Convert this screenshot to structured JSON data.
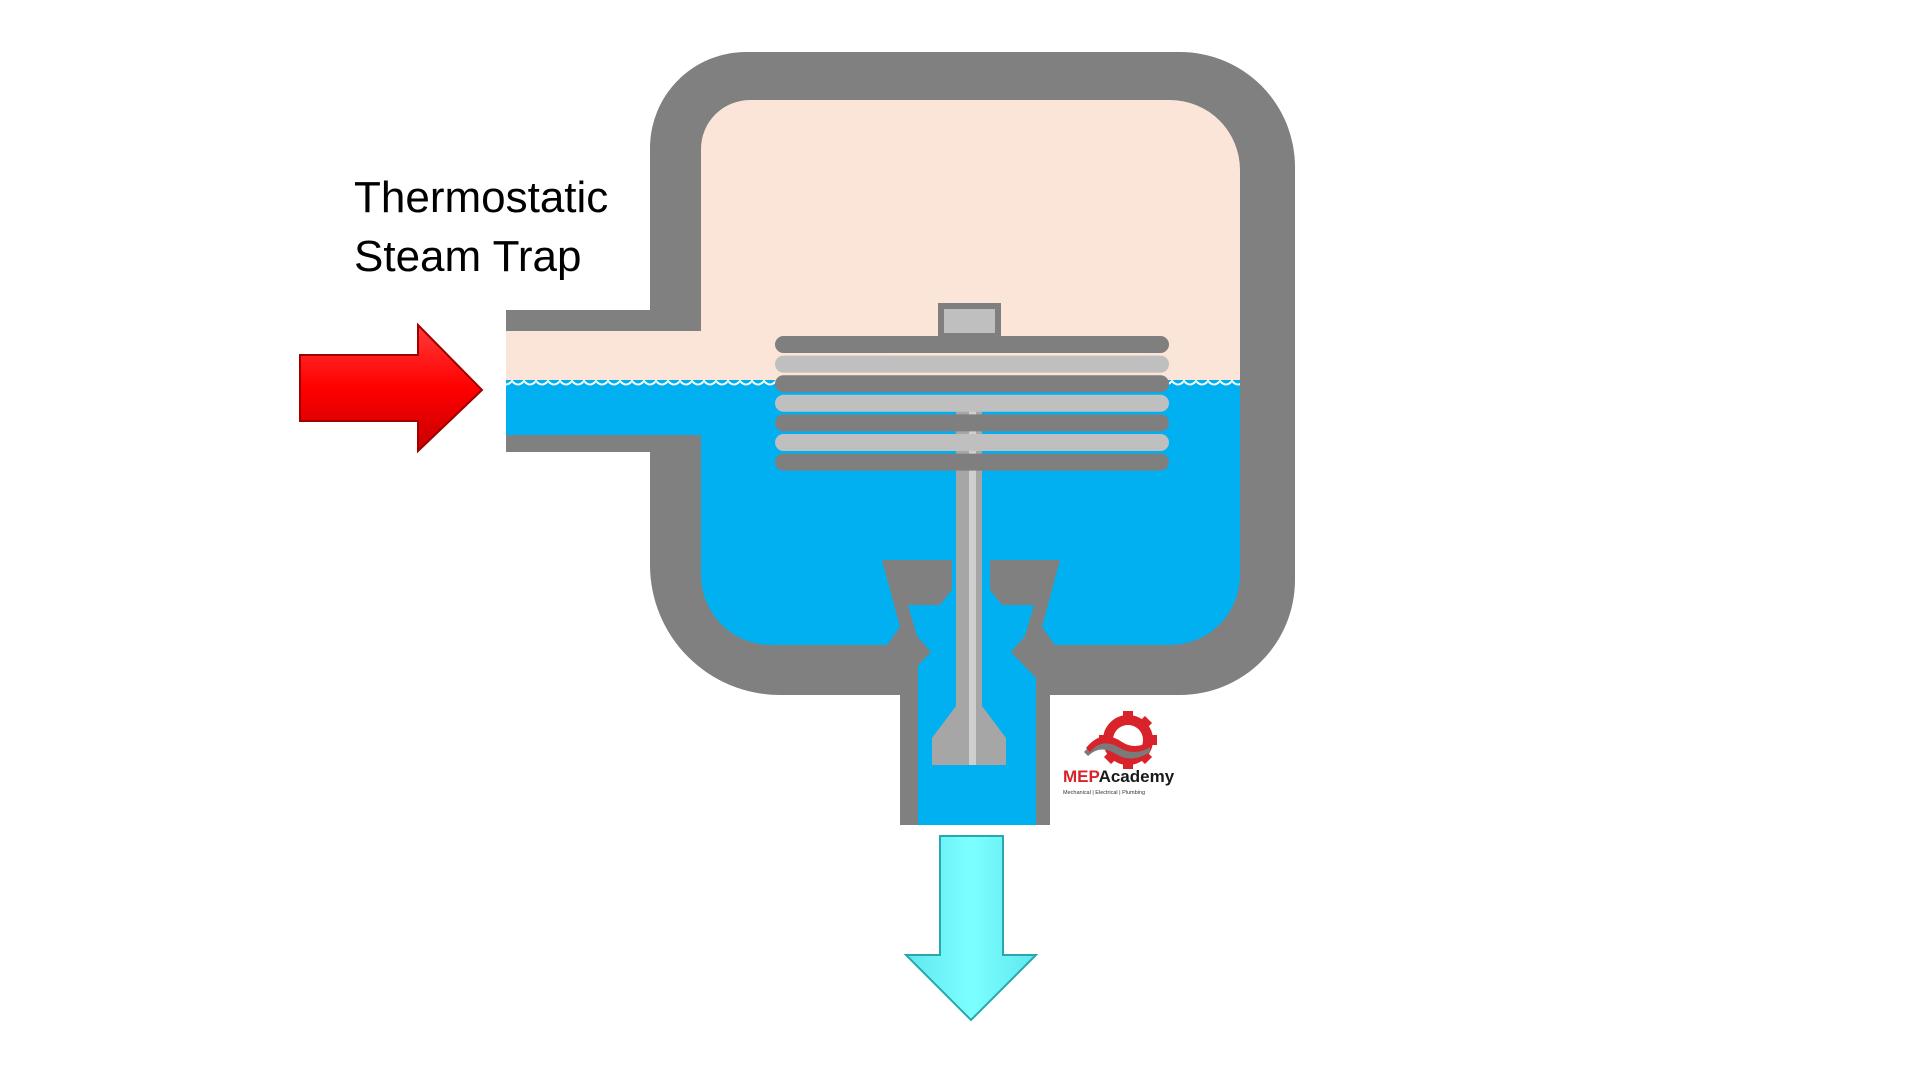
{
  "title": {
    "line1": "Thermostatic",
    "line2": "Steam Trap"
  },
  "logo": {
    "brand": "MEPAcademy",
    "brand_mep": "MEP",
    "brand_academy": "Academy",
    "tagline": "Mechanical | Electrical | Plumbing",
    "icon": "gear-logo-icon"
  },
  "colors": {
    "body_wall": "#808080",
    "steam": "#fae5d8",
    "water": "#00b0f0",
    "bellows_dark": "#7f7f7f",
    "bellows_light": "#bfbfbf",
    "inlet_arrow": "#ff0000",
    "outlet_arrow": "#74ffff",
    "logo_red": "#d8232a"
  },
  "icons": {
    "inlet": "inlet-flow-arrow-icon",
    "outlet": "outlet-flow-arrow-icon"
  }
}
